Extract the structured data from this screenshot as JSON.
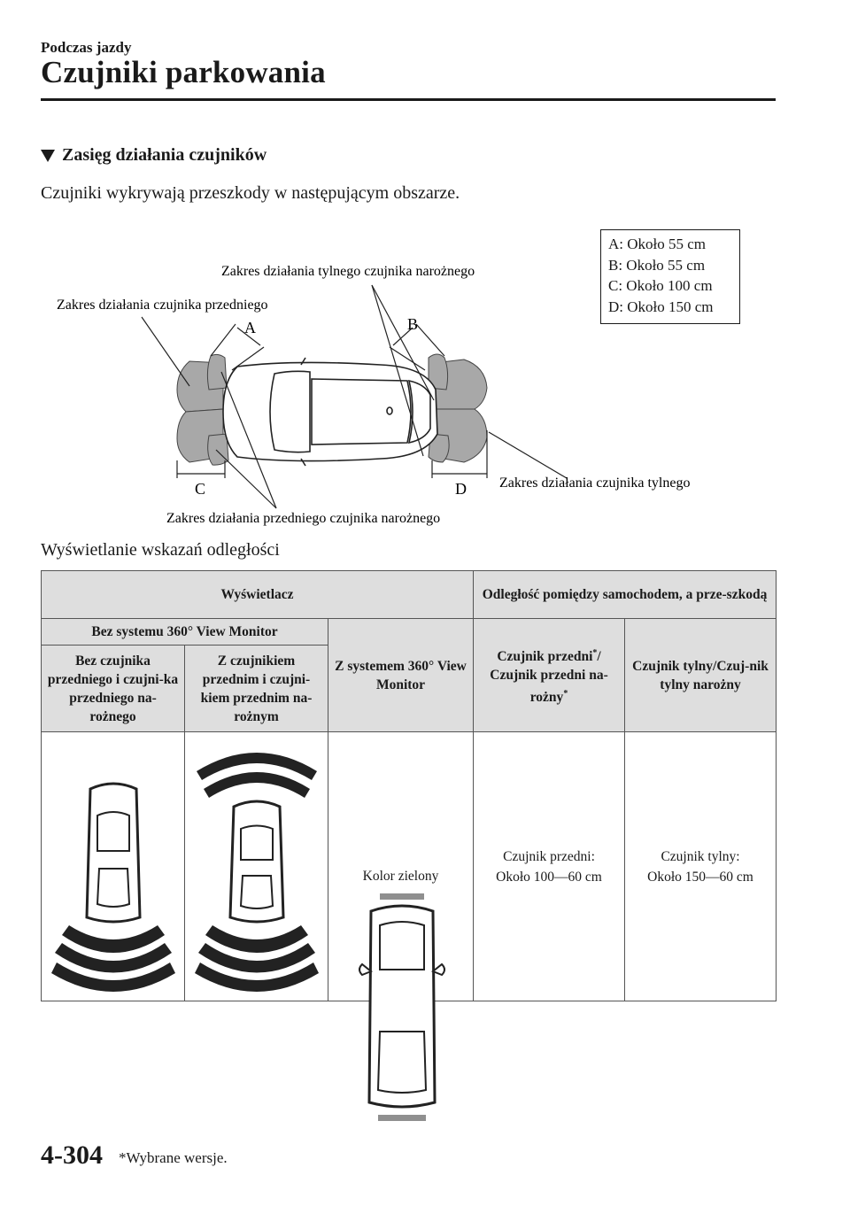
{
  "header": {
    "section": "Podczas jazdy",
    "title": "Czujniki parkowania"
  },
  "subheading": "Zasięg działania czujników",
  "intro": "Czujniki wykrywają przeszkody w następującym obszarze.",
  "diagram": {
    "ranges": [
      "A: Około 55 cm",
      "B: Około 55 cm",
      "C: Około 100 cm",
      "D: Około 150 cm"
    ],
    "labels": {
      "front": "Zakres działania czujnika przedniego",
      "rear_corner": "Zakres działania tylnego czujnika narożnego",
      "rear": "Zakres działania czujnika tylnego",
      "front_corner": "Zakres działania przedniego czujnika narożnego"
    },
    "letters": {
      "a": "A",
      "b": "B",
      "c": "C",
      "d": "D"
    }
  },
  "display_title": "Wyświetlanie wskazań odległości",
  "table": {
    "h_display": "Wyświetlacz",
    "h_distance": "Odległość pomiędzy samochodem, a prze-szkodą",
    "h_without_360": "Bez systemu 360° View Monitor",
    "h_with_360": "Z systemem 360° View Monitor",
    "h_no_front": "Bez czujnika przedniego i czujni-ka przedniego na-rożnego",
    "h_with_front": "Z czujnikiem przednim i czujni-kiem przednim na-rożnym",
    "h_front_sensor_a": "Czujnik przedni",
    "h_front_sensor_b": "/",
    "h_front_sensor_c": "Czujnik przedni na-rożny",
    "h_star": "*",
    "h_rear_sensor": "Czujnik tylny/Czuj-nik tylny narożny",
    "color_note": "Kolor zielony",
    "front_value_1": "Czujnik przedni:",
    "front_value_2": "Około 100—60 cm",
    "rear_value_1": "Czujnik tylny:",
    "rear_value_2": "Około 150—60 cm"
  },
  "footer": {
    "page": "4-304",
    "note": "*Wybrane wersje."
  },
  "colors": {
    "sensor_fill": "#a8a8a8",
    "header_bg": "#dedede",
    "arc_dark": "#222222",
    "green_bar": "#8f8f8f"
  }
}
